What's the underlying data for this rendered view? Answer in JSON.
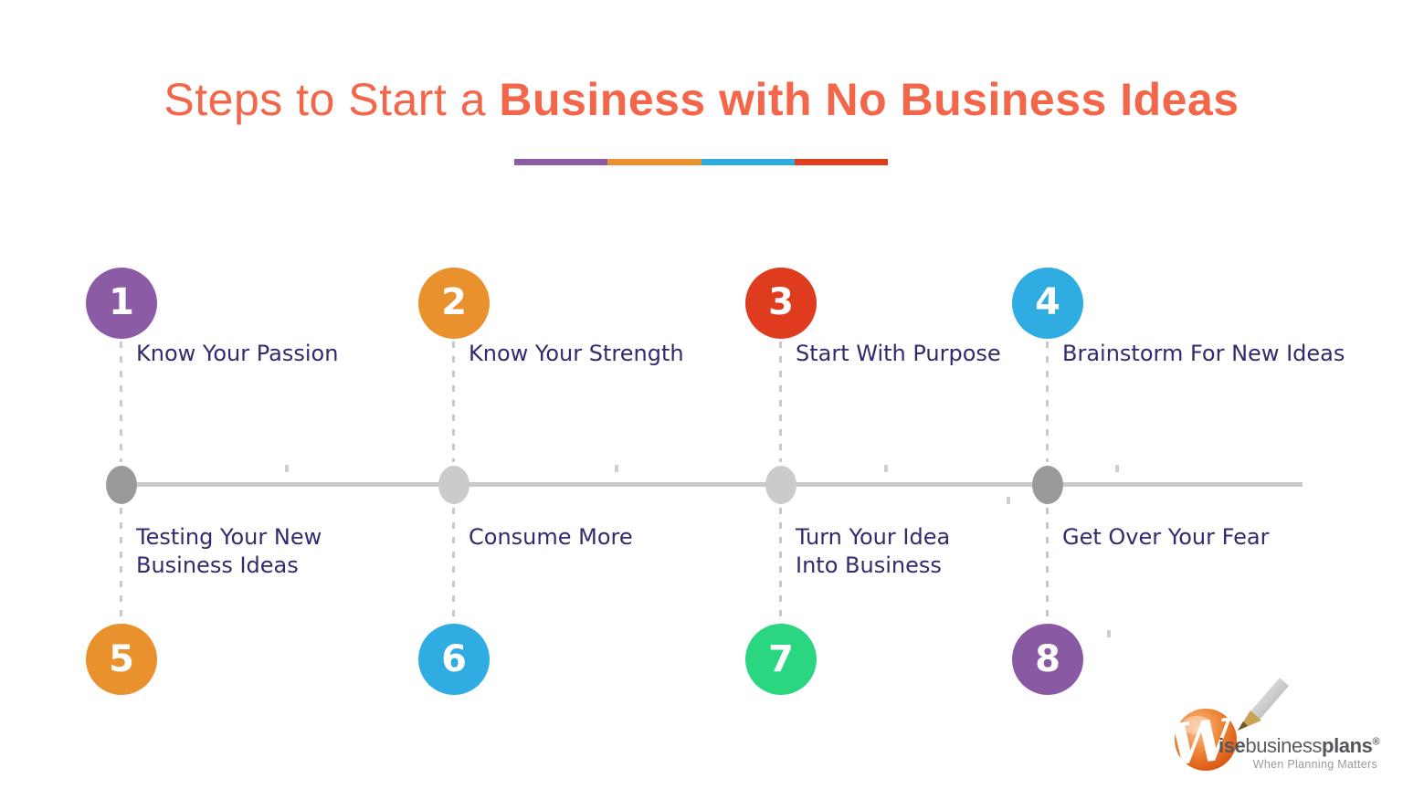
{
  "page": {
    "title_regular": "Steps to Start a ",
    "title_bold": "Business with No Business Ideas",
    "title_color": "#F4664A"
  },
  "divider": {
    "colors": [
      "#8B5BA6",
      "#E8922F",
      "#2FACE1",
      "#E23C1E"
    ]
  },
  "steps": [
    {
      "number": "1",
      "label": "Know Your Passion",
      "color": "#8B5BA6"
    },
    {
      "number": "2",
      "label": "Know Your Strength",
      "color": "#E8912D"
    },
    {
      "number": "3",
      "label": "Start With Purpose",
      "color": "#DF3B1E"
    },
    {
      "number": "4",
      "label": "Brainstorm For New Ideas",
      "color": "#2FACE1"
    },
    {
      "number": "5",
      "label_line1": "Testing Your New",
      "label_line2": "Business Ideas",
      "color": "#E8912D"
    },
    {
      "number": "6",
      "label_line1": "Consume More",
      "label_line2": "",
      "color": "#2FACE1"
    },
    {
      "number": "7",
      "label_line1": "Turn Your Idea",
      "label_line2": "Into Business",
      "color": "#2BD681"
    },
    {
      "number": "8",
      "label_line1": "Get Over Your Fear",
      "label_line2": "",
      "color": "#8A59A4"
    }
  ],
  "timeline": {
    "line_color": "#C9C9C9",
    "dot_colors": [
      "#9A9A9A",
      "#CBCBCB",
      "#CBCBCB",
      "#9A9A9A"
    ]
  },
  "logo": {
    "monogram": "W",
    "brand_bold1": "ise",
    "brand_light": "business",
    "brand_bold2": "plans",
    "registered": "®",
    "tagline": "When Planning Matters"
  }
}
